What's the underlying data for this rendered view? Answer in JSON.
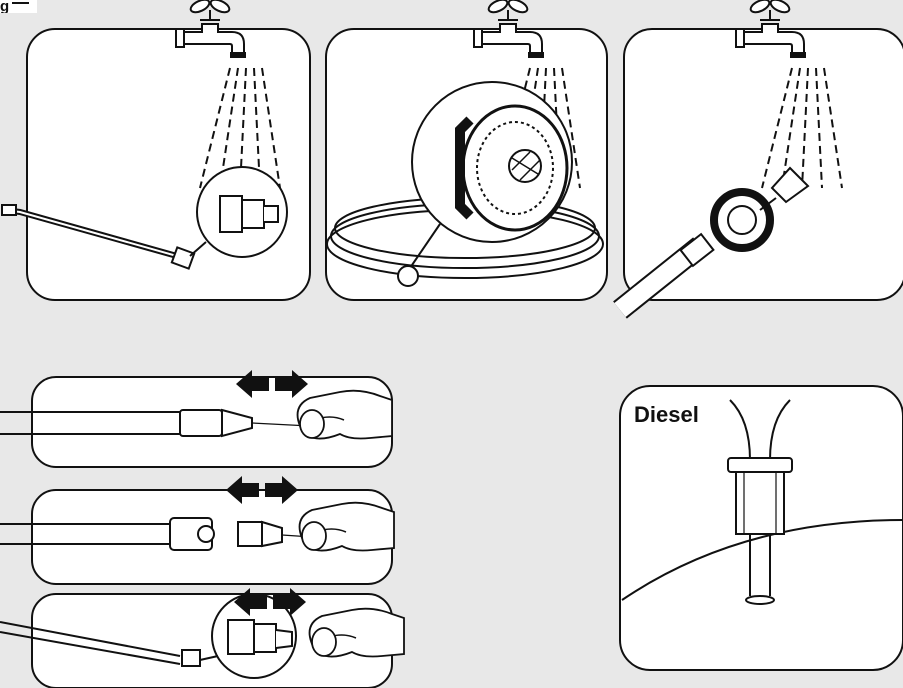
{
  "figure": {
    "label_prefix": "g",
    "panels": [
      {
        "id": "nozzle-rinse",
        "title": ""
      },
      {
        "id": "hose-filter-rinse",
        "title": ""
      },
      {
        "id": "inlet-filter-rinse",
        "title": ""
      },
      {
        "id": "lance-pull-1",
        "title": ""
      },
      {
        "id": "lance-pull-2",
        "title": ""
      },
      {
        "id": "lance-pull-3",
        "title": ""
      },
      {
        "id": "fuel-filter",
        "title": "Diesel"
      }
    ]
  },
  "diesel_panel": {
    "label": "Diesel"
  },
  "colors": {
    "background": "#e8e8e8",
    "panel": "#ffffff",
    "stroke": "#1a1a1a"
  }
}
